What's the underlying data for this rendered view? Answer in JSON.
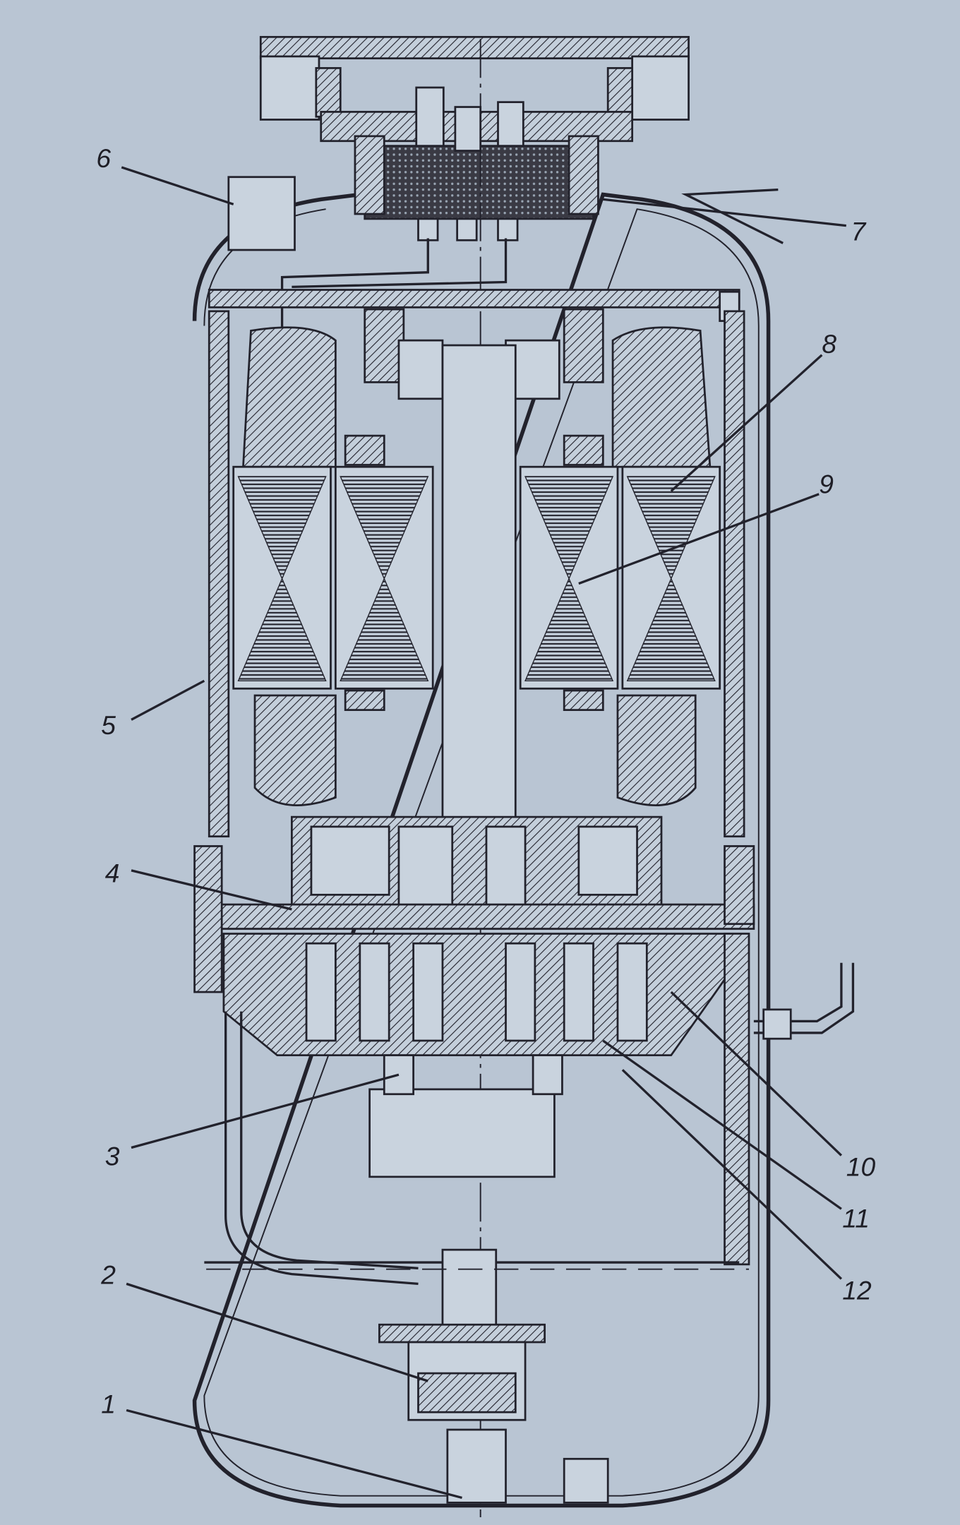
{
  "figure": {
    "title": "Scroll compressor cross-section",
    "callouts": [
      {
        "id": "1",
        "text": "1"
      },
      {
        "id": "2",
        "text": "2"
      },
      {
        "id": "3",
        "text": "3"
      },
      {
        "id": "4",
        "text": "4"
      },
      {
        "id": "5",
        "text": "5"
      },
      {
        "id": "6",
        "text": "6"
      },
      {
        "id": "7",
        "text": "7"
      },
      {
        "id": "8",
        "text": "8"
      },
      {
        "id": "9",
        "text": "9"
      },
      {
        "id": "10",
        "text": "10"
      },
      {
        "id": "11",
        "text": "11"
      },
      {
        "id": "12",
        "text": "12"
      }
    ]
  },
  "colors": {
    "background": "#b9c5d3",
    "ink": "#22222c"
  }
}
